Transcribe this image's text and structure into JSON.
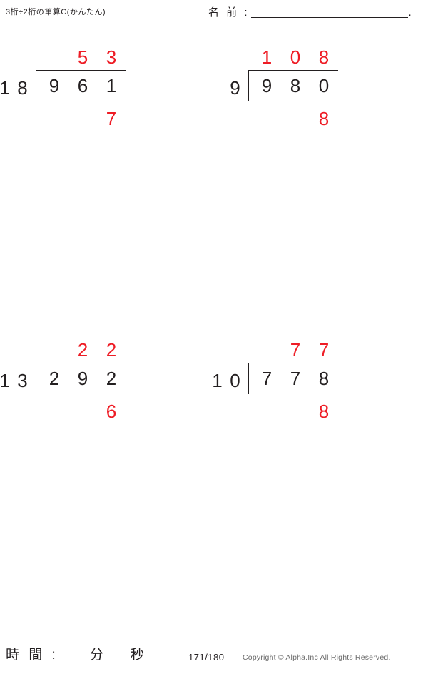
{
  "header": {
    "title": "3桁÷2桁の筆算C(かんたん)",
    "name_label": "名 前 :",
    "name_value": "",
    "name_trailing_dot": "."
  },
  "colors": {
    "answer_red": "#ee1c25",
    "ink": "#231f20",
    "copyright_gray": "#6d6d6d"
  },
  "problems": [
    {
      "id": "problem-1",
      "divisor": "18",
      "divisor_digits": [
        "1",
        "8"
      ],
      "dividend": "961",
      "dividend_digits": [
        "9",
        "6",
        "1"
      ],
      "quotient": "53",
      "quotient_digits": [
        "",
        "5",
        "3"
      ],
      "remainder": "7",
      "remainder_digits": [
        "",
        "",
        "7"
      ]
    },
    {
      "id": "problem-2",
      "divisor": "9",
      "divisor_digits": [
        "9"
      ],
      "dividend": "980",
      "dividend_digits": [
        "9",
        "8",
        "0"
      ],
      "quotient": "108",
      "quotient_digits": [
        "1",
        "0",
        "8"
      ],
      "remainder": "8",
      "remainder_digits": [
        "",
        "",
        "8"
      ]
    },
    {
      "id": "problem-3",
      "divisor": "13",
      "divisor_digits": [
        "1",
        "3"
      ],
      "dividend": "292",
      "dividend_digits": [
        "2",
        "9",
        "2"
      ],
      "quotient": "22",
      "quotient_digits": [
        "",
        "2",
        "2"
      ],
      "remainder": "6",
      "remainder_digits": [
        "",
        "",
        "6"
      ]
    },
    {
      "id": "problem-4",
      "divisor": "10",
      "divisor_digits": [
        "1",
        "0"
      ],
      "dividend": "778",
      "dividend_digits": [
        "7",
        "7",
        "8"
      ],
      "quotient": "77",
      "quotient_digits": [
        "",
        "7",
        "7"
      ],
      "remainder": "8",
      "remainder_digits": [
        "",
        "",
        "8"
      ]
    }
  ],
  "footer": {
    "time_label": "時 間 :",
    "time_minutes_unit": "分",
    "time_seconds_unit": "秒",
    "page_number": "171/180",
    "copyright": "Copyright © Alpha.Inc All Rights Reserved."
  }
}
